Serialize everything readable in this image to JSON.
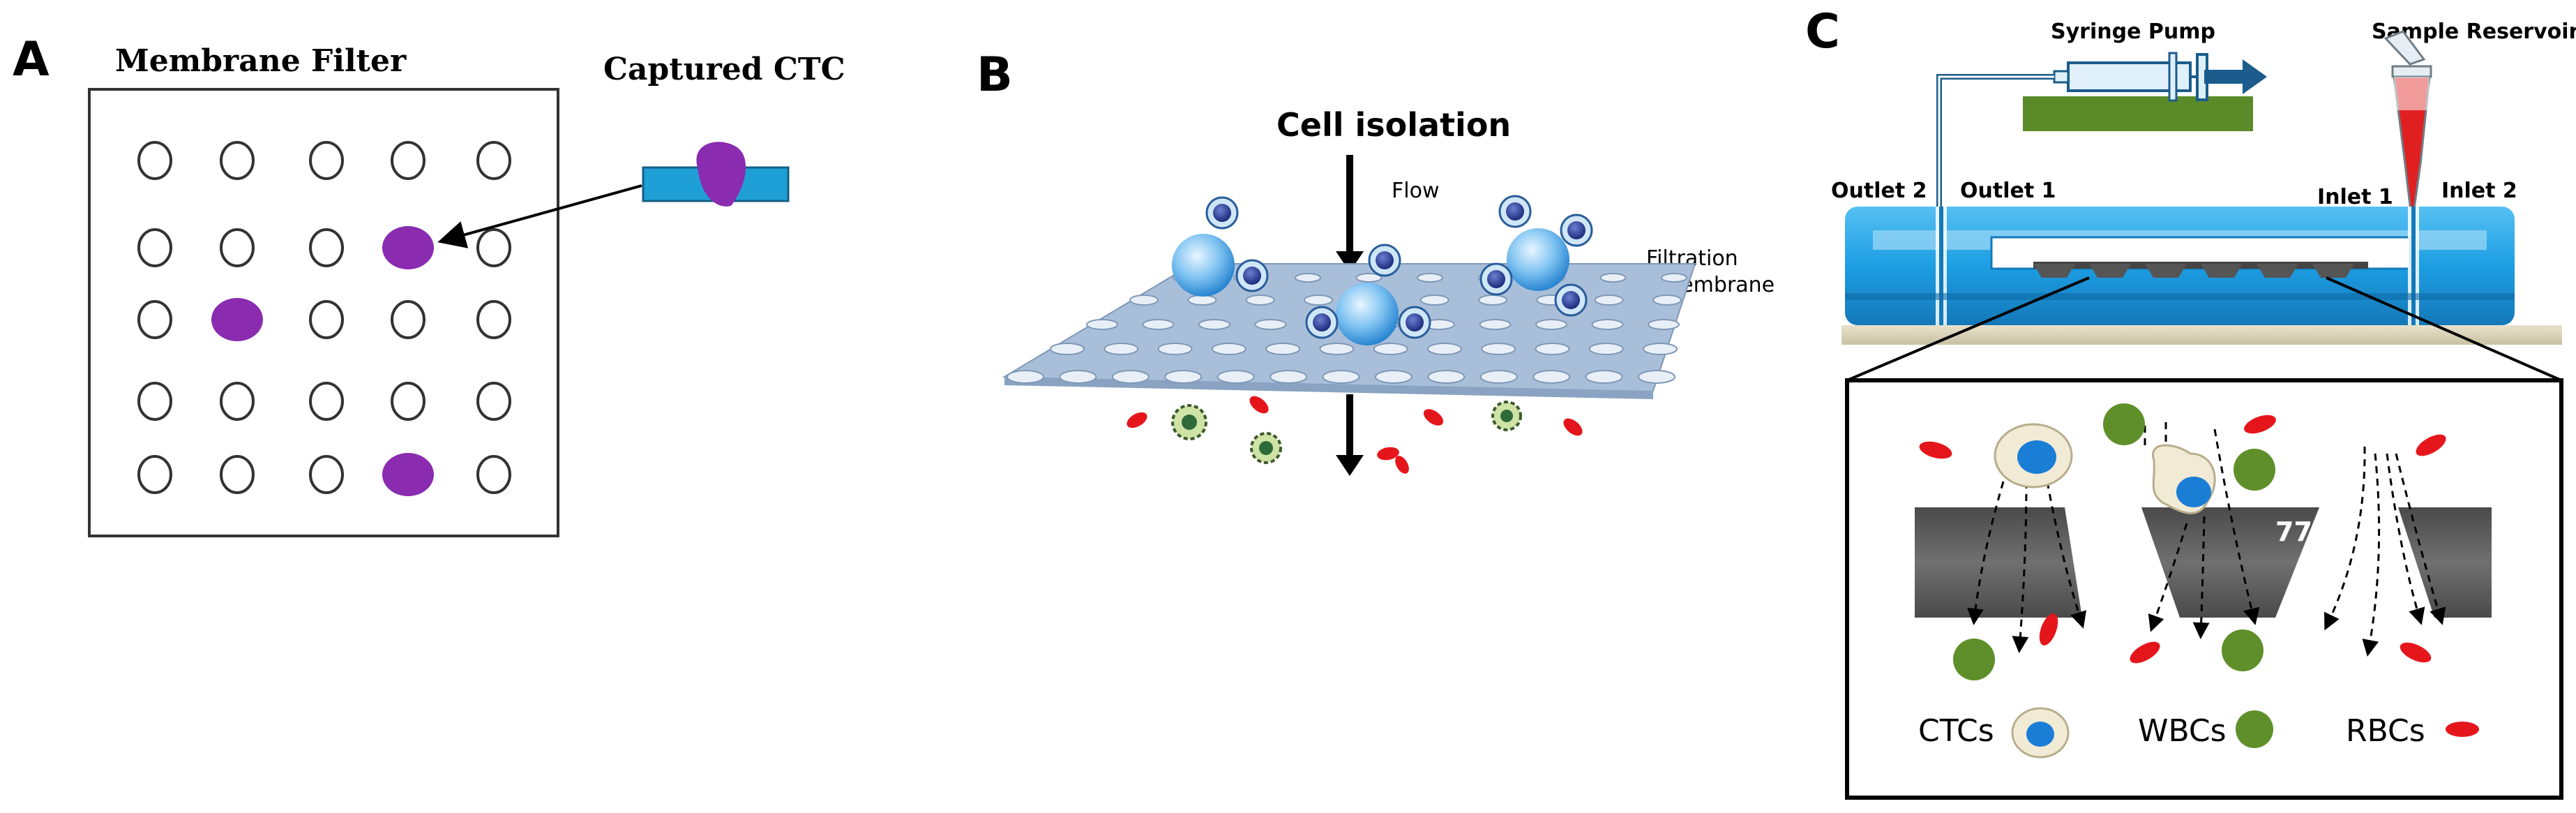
{
  "panels": {
    "a": {
      "letter": "A",
      "membrane_filter_title": "Membrane Filter",
      "captured_ctc_label": "Captured CTC",
      "grid_rows": 5,
      "grid_cols": 5,
      "captured_cells": [
        [
          1,
          3
        ],
        [
          2,
          1
        ],
        [
          4,
          3
        ]
      ],
      "ctc_color": "#8a2bb0",
      "strip_color": "#1e9fd6"
    },
    "b": {
      "letter": "B",
      "title": "Cell isolation",
      "flow_label": "Flow",
      "filtration_line1": "Filtration",
      "filtration_line2": "membrane",
      "membrane_color": "#a9bfd9"
    },
    "c": {
      "letter": "C",
      "syringe_pump": "Syringe Pump",
      "sample_reservoir": "Sample Reservoir",
      "outlet2": "Outlet 2",
      "outlet1": "Outlet 1",
      "inlet1": "Inlet 1",
      "inlet2": "Inlet 2",
      "angle": "77°",
      "legend": {
        "ctcs": "CTCs",
        "wbcs": "WBCs",
        "rbcs": "RBCs"
      },
      "colors": {
        "device_blue": "#1a9be0",
        "rbc": "#e5161b",
        "wbc": "#5f8f2a",
        "ctc_nucleus": "#1a7ed6",
        "membrane_gray": "#555555",
        "reservoir_fluid": "#e02020",
        "pump_base": "#5b8a28"
      }
    }
  }
}
